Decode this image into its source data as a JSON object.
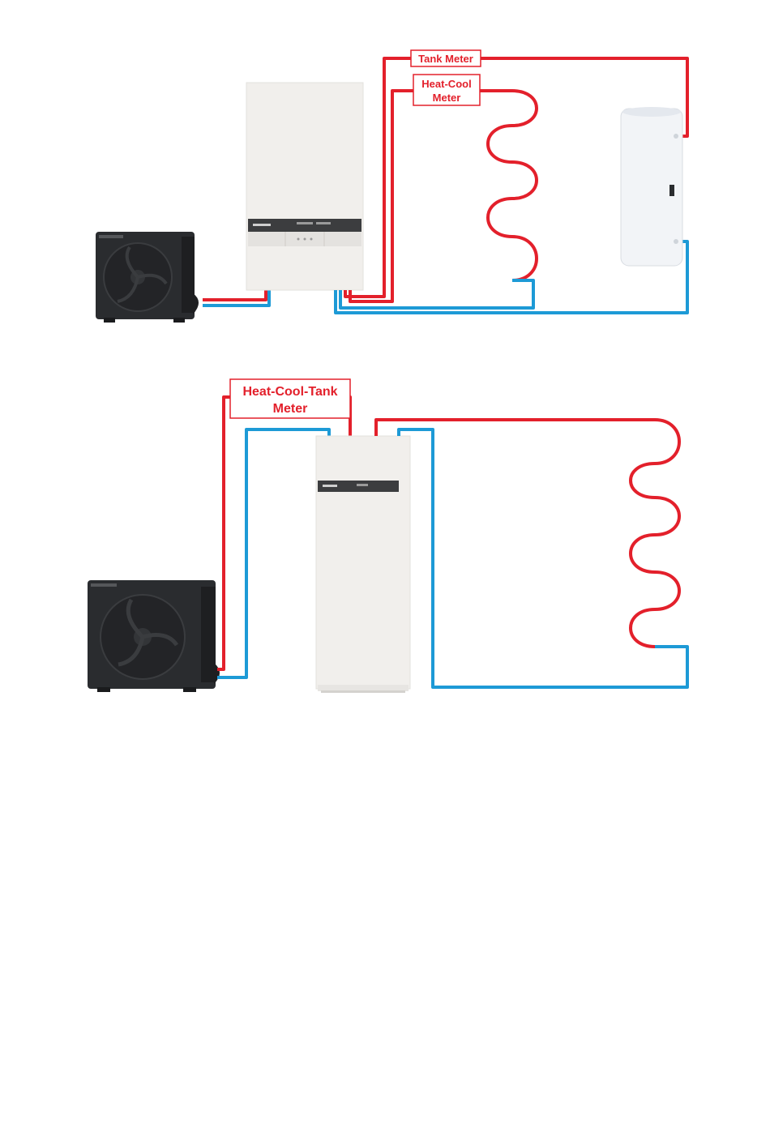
{
  "colors": {
    "hot_pipe": "#e3202b",
    "cold_pipe": "#1d9ad6",
    "outdoor_unit": "#2a2c2f",
    "indoor_unit": "#f1efec",
    "control_panel": "#3c3d3f"
  },
  "diagram_top": {
    "tank_meter_label": "Tank Meter",
    "heat_cool_meter_label_line1": "Heat-Cool",
    "heat_cool_meter_label_line2": "Meter"
  },
  "diagram_bottom": {
    "heat_cool_tank_meter_label_line1": "Heat-Cool-Tank",
    "heat_cool_tank_meter_label_line2": "Meter"
  }
}
